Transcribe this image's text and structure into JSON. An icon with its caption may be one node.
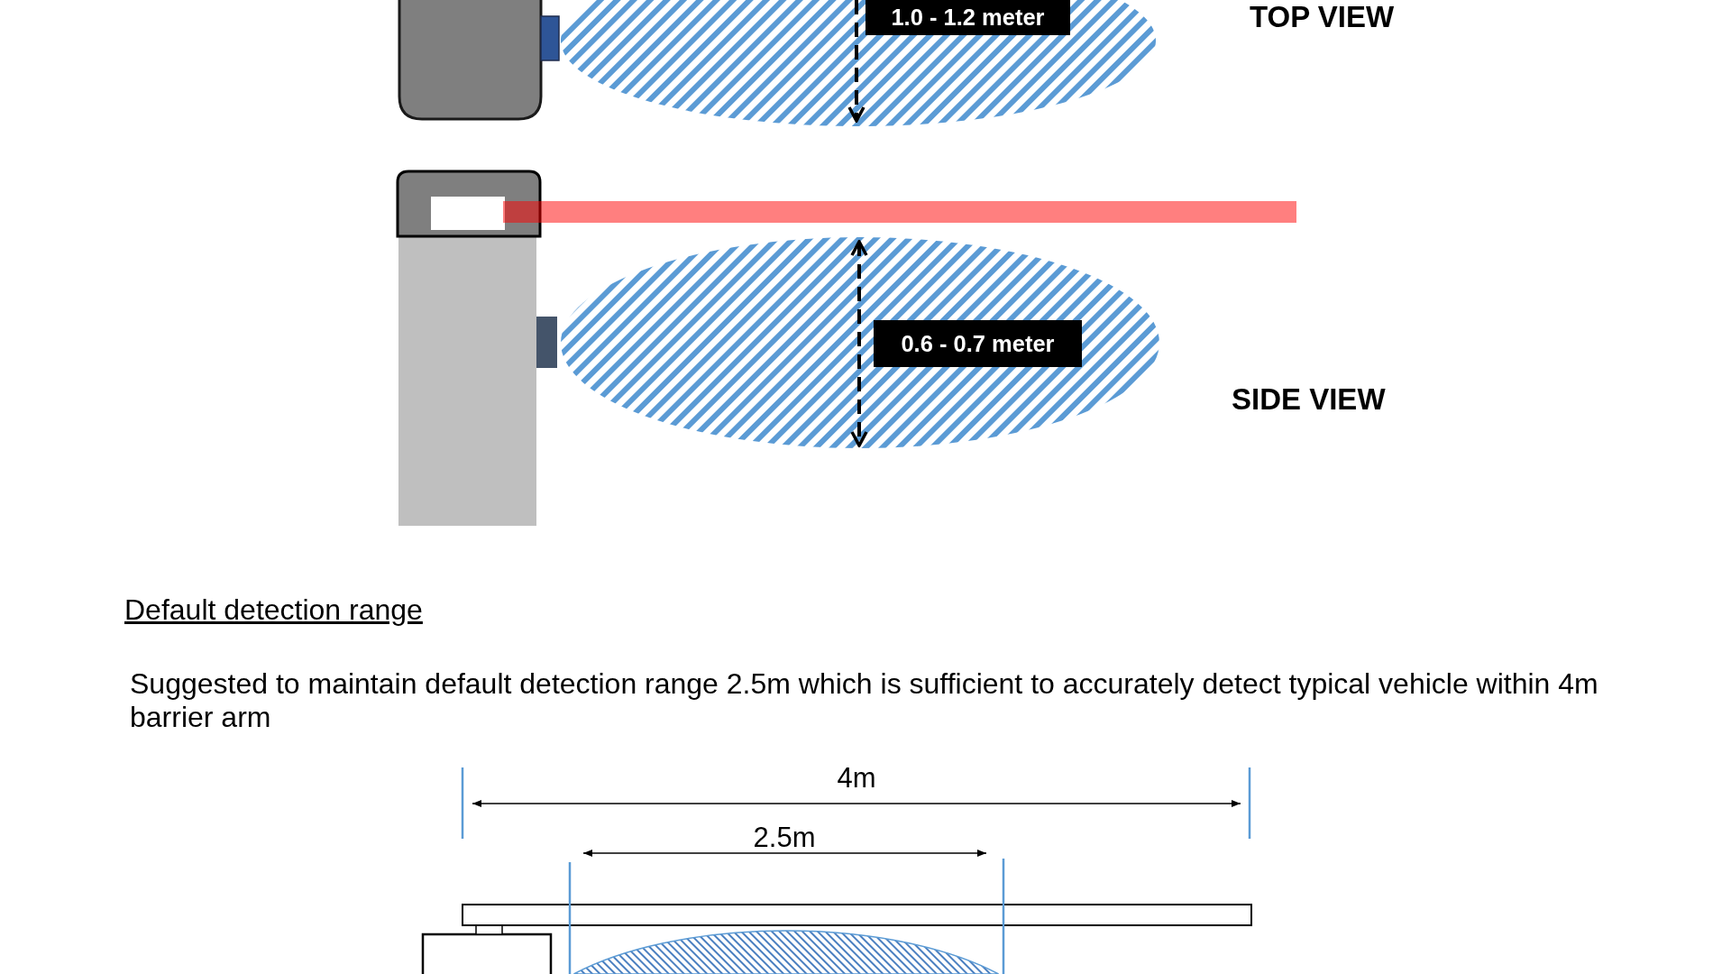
{
  "diagram": {
    "labels": [
      "1.0 - 1.2 meter",
      "TOP VIEW",
      "0.6 - 0.7 meter",
      "SIDE VIEW",
      "Default detection range",
      "Suggested to maintain default detection range 2.5m which is sufficient to accurately detect typical vehicle within 4m barrier arm",
      "4m",
      "2.5m"
    ]
  }
}
